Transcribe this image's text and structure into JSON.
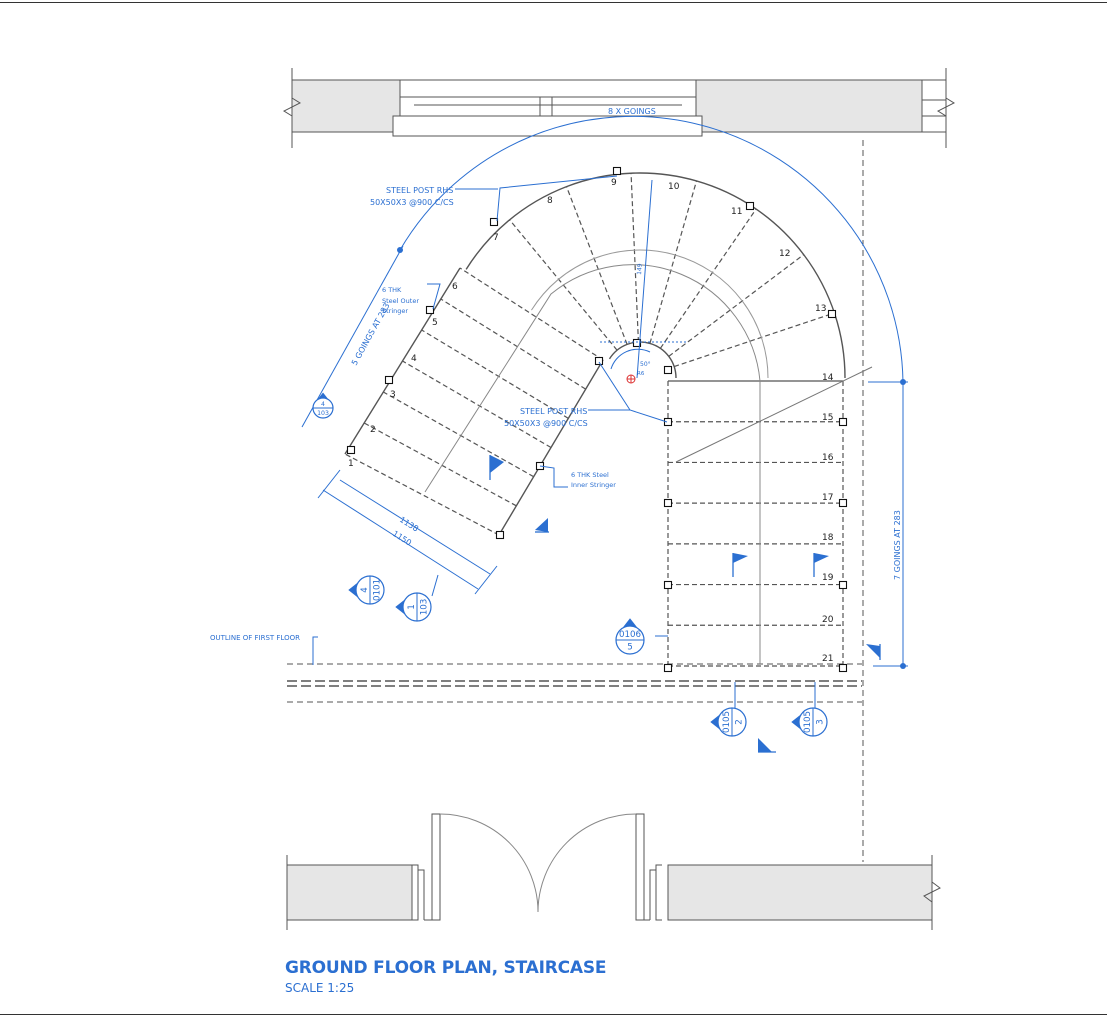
{
  "drawing": {
    "title": "GROUND FLOOR PLAN, STAIRCASE",
    "scale": "SCALE 1:25",
    "accent_color": "#2b6fd1",
    "line_color": "#555555",
    "wall_fill": "#e6e6e6"
  },
  "annotations": {
    "goings_top": "8 X GOINGS",
    "goings_left": "5 GOINGS AT 283",
    "goings_right": "7 GOINGS AT 283",
    "steel_post_top_1": "STEEL POST RHS",
    "steel_post_top_2": "50X50X3 @900 C/CS",
    "steel_post_mid_1": "STEEL POST RHS",
    "steel_post_mid_2": "50X50X3 @900 C/CS",
    "outer_stringer_1": "6 THK",
    "outer_stringer_2": "Steel Outer",
    "outer_stringer_3": "Stringer",
    "inner_stringer_1": "6 THK Steel",
    "inner_stringer_2": "Inner Stringer",
    "outline_first_floor": "OUTLINE OF FIRST FLOOR",
    "dim_1138": "1138",
    "dim_1150": "1150",
    "dim_149": "149",
    "angle_50": "50°",
    "radius_r": "R6"
  },
  "treads": [
    "1",
    "2",
    "3",
    "4",
    "5",
    "6",
    "7",
    "8",
    "9",
    "10",
    "11",
    "12",
    "13",
    "14",
    "15",
    "16",
    "17",
    "18",
    "19",
    "20",
    "21"
  ],
  "section_markers": [
    {
      "top": "4",
      "bottom": "103"
    },
    {
      "top": "4",
      "bottom": "0101"
    },
    {
      "top": "1",
      "bottom": "103"
    },
    {
      "top": "0106",
      "bottom": "5"
    },
    {
      "top": "0105",
      "bottom": "2"
    },
    {
      "top": "0105",
      "bottom": "3"
    }
  ]
}
